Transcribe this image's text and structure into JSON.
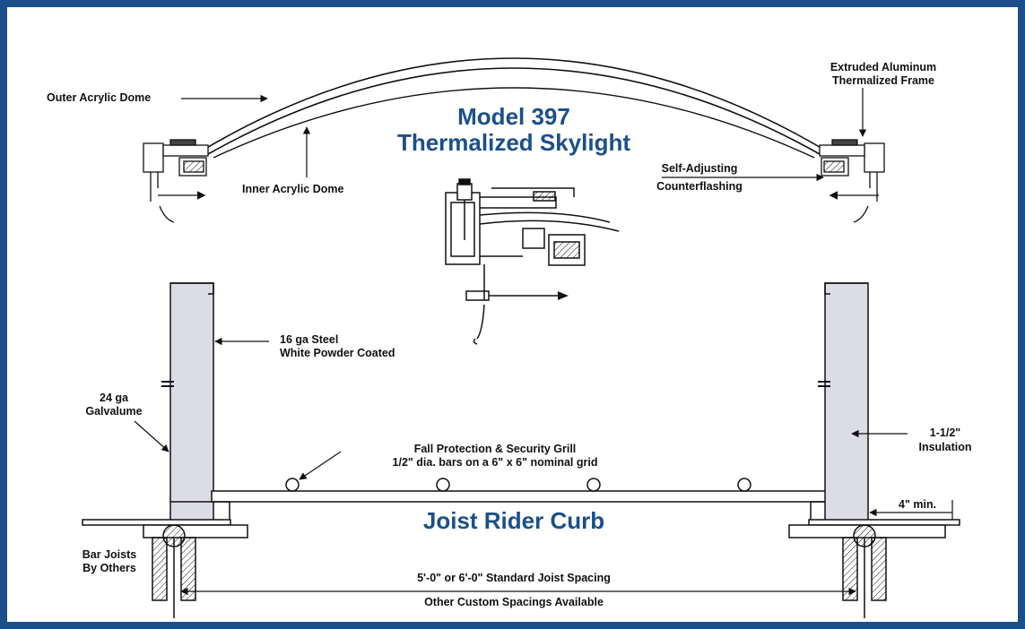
{
  "title": {
    "line1": "Model 397",
    "line2": "Thermalized Skylight"
  },
  "subtitle": "Joist Rider Curb",
  "labels": {
    "outer_dome": "Outer Acrylic Dome",
    "inner_dome": "Inner Acrylic Dome",
    "frame_line1": "Extruded Aluminum",
    "frame_line2": "Thermalized Frame",
    "counterflashing_line1": "Self-Adjusting",
    "counterflashing_line2": "Counterflashing",
    "steel_line1": "16 ga Steel",
    "steel_line2": "White Powder Coated",
    "galvalume_line1": "24 ga",
    "galvalume_line2": "Galvalume",
    "grill_line1": "Fall Protection & Security Grill",
    "grill_line2": "1/2\" dia. bars on a 6\" x 6\" nominal grid",
    "insulation_line1": "1-1/2\"",
    "insulation_line2": "Insulation",
    "min_flange": "4\" min.",
    "bar_joists_line1": "Bar Joists",
    "bar_joists_line2": "By Others",
    "spacing": "5'-0\" or 6'-0\" Standard Joist Spacing",
    "custom_spacing": "Other Custom Spacings Available"
  },
  "colors": {
    "border": "#1b4f8a",
    "title": "#1b4f8a",
    "insulation": "#dcdde4",
    "line": "#111111"
  }
}
